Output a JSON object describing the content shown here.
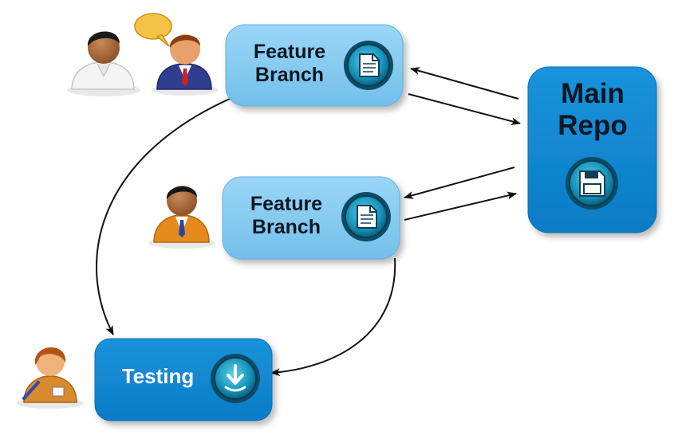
{
  "nodes": {
    "feature_branch_1": {
      "label": "Feature\nBranch",
      "icon": "document-icon"
    },
    "feature_branch_2": {
      "label": "Feature\nBranch",
      "icon": "document-icon"
    },
    "main_repo": {
      "label": "Main\nRepo",
      "icon": "floppy-disk-icon"
    },
    "testing": {
      "label": "Testing",
      "icon": "download-icon"
    }
  },
  "people": [
    {
      "name": "developer-white-shirt",
      "role": "developer"
    },
    {
      "name": "developer-blue-suit-speaking",
      "role": "developer"
    },
    {
      "name": "developer-orange-suit",
      "role": "developer"
    },
    {
      "name": "tester-woman-with-pen",
      "role": "tester"
    }
  ],
  "colors": {
    "light_box": "#7ec7ef",
    "dark_box": "#0f84d0",
    "icon_ring": "#0d4a63",
    "icon_inner": "#1aa6cc",
    "arrow": "#111111"
  }
}
